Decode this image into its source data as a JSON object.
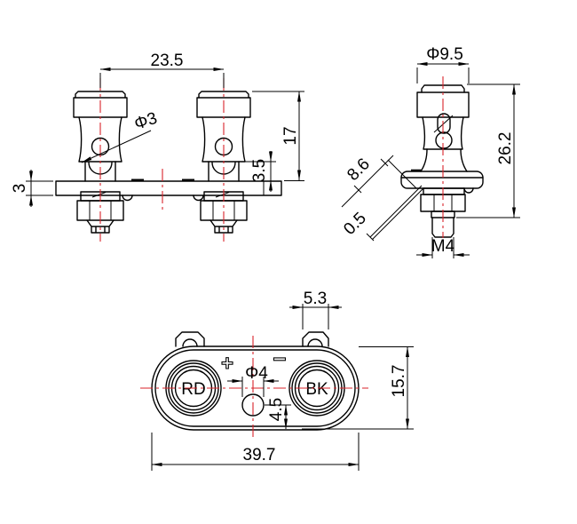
{
  "drawing": {
    "front_view": {
      "pitch": "23.5",
      "hole_dia": "Φ3",
      "body_height": "17",
      "neck_height": "3.5",
      "plate_thickness": "3"
    },
    "side_view": {
      "cap_dia": "Φ9.5",
      "total_height": "26.2",
      "flange_width": "8.6",
      "flange_lip": "0.5",
      "thread": "M4"
    },
    "bottom_view": {
      "tab_width": "5.3",
      "body_width": "39.7",
      "body_height": "15.7",
      "center_hole_dia": "Φ4",
      "center_hole_offset": "4.5",
      "terminal_left": "RD",
      "terminal_right": "BK",
      "polarity_positive": "+",
      "polarity_negative": "−"
    },
    "colors": {
      "line": "#000000",
      "centerline": "#d8232a",
      "background": "#ffffff"
    }
  }
}
